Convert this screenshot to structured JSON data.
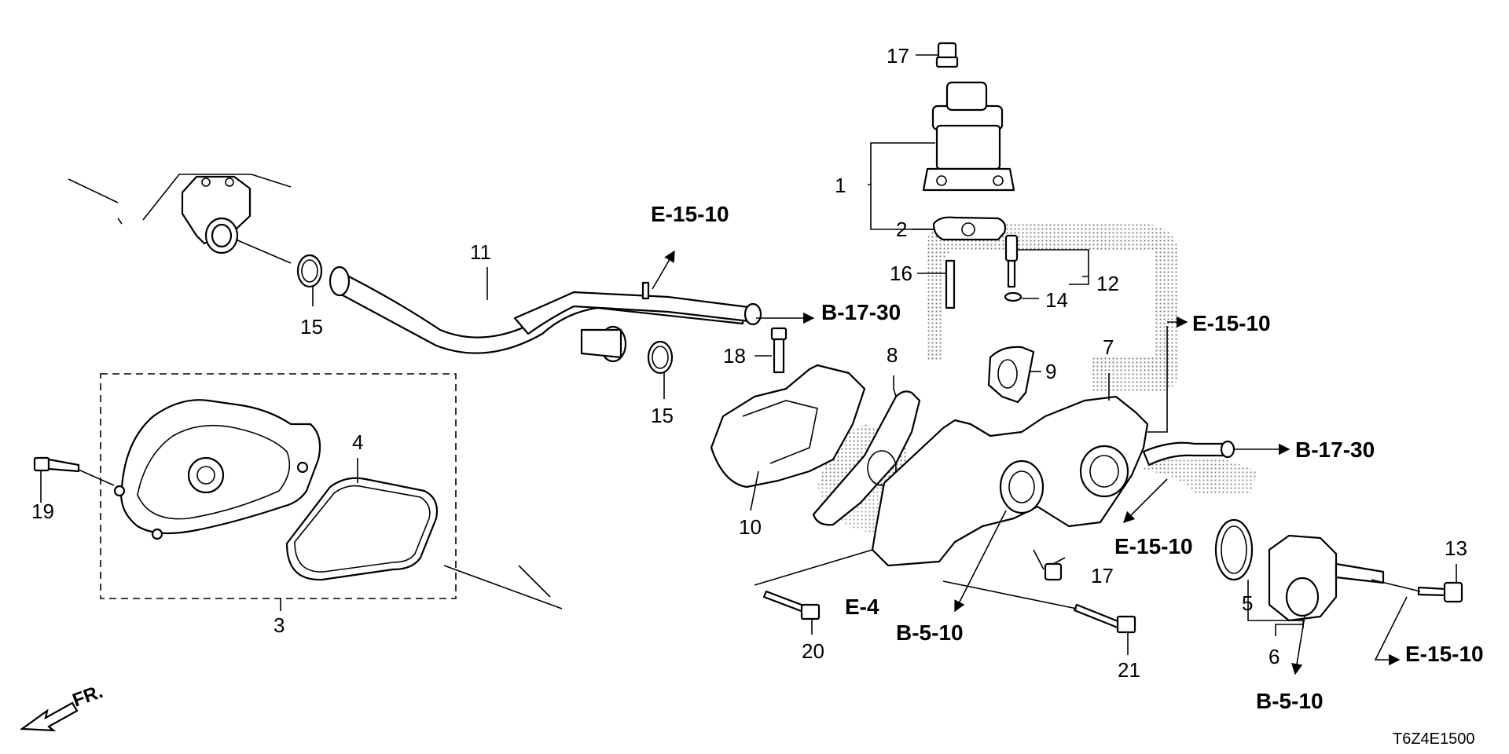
{
  "part_numbers": {
    "p1": "1",
    "p2": "2",
    "p3": "3",
    "p4": "4",
    "p5": "5",
    "p6": "6",
    "p7": "7",
    "p8": "8",
    "p9": "9",
    "p10": "10",
    "p11": "11",
    "p12": "12",
    "p13": "13",
    "p14": "14",
    "p15a": "15",
    "p15b": "15",
    "p16": "16",
    "p17a": "17",
    "p17b": "17",
    "p18": "18",
    "p19": "19",
    "p20": "20",
    "p21": "21"
  },
  "references": {
    "e15_top": "E-15-10",
    "b17_upper": "B-17-30",
    "e15_right": "E-15-10",
    "b17_right": "B-17-30",
    "e15_mid": "E-15-10",
    "e4": "E-4",
    "b5_center": "B-5-10",
    "e15_bottom": "E-15-10",
    "b5_bottom": "B-5-10"
  },
  "front_marker": "FR.",
  "diagram_code": "T6Z4E1500"
}
